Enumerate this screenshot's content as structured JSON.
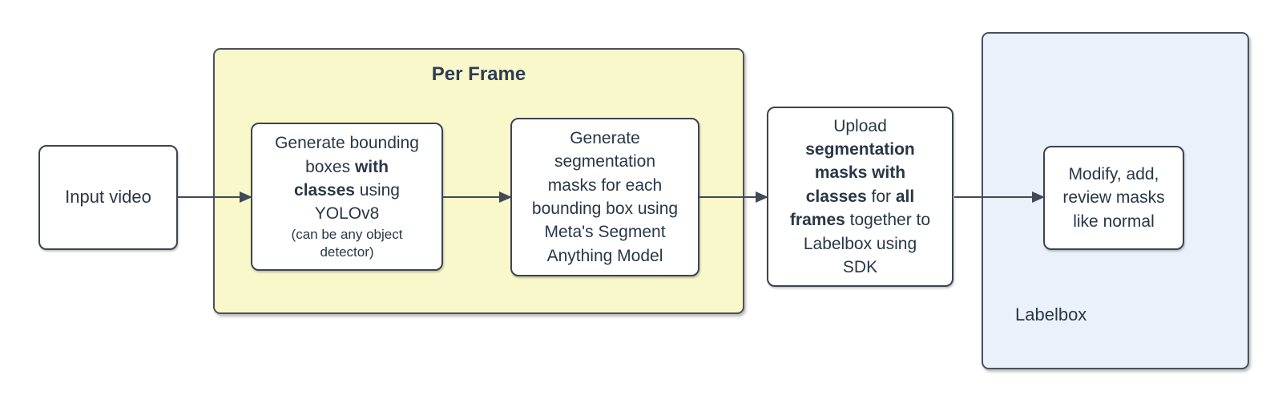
{
  "canvas": {
    "background": "#ffffff"
  },
  "colors": {
    "per_frame_fill": "#f8f8cb",
    "labelbox_fill": "#ebf1fb",
    "stroke": "#3c4450",
    "text": "#283747",
    "arrow": "#414a57"
  },
  "nodes": {
    "input_video": {
      "lines": [
        [
          {
            "t": "Input video"
          }
        ]
      ]
    },
    "per_frame_group": {
      "title": "Per Frame"
    },
    "generate_bboxes": {
      "lines": [
        [
          {
            "t": "Generate bounding"
          }
        ],
        [
          {
            "t": "boxes "
          },
          {
            "t": "with",
            "b": true
          }
        ],
        [
          {
            "t": "classes",
            "b": true
          },
          {
            "t": " using"
          }
        ],
        [
          {
            "t": "YOLOv8"
          }
        ]
      ],
      "note_lines": [
        [
          {
            "t": "(can be any object"
          }
        ],
        [
          {
            "t": "detector)"
          }
        ]
      ]
    },
    "generate_masks": {
      "lines": [
        [
          {
            "t": "Generate"
          }
        ],
        [
          {
            "t": "segmentation"
          }
        ],
        [
          {
            "t": "masks for each"
          }
        ],
        [
          {
            "t": "bounding box using"
          }
        ],
        [
          {
            "t": "Meta's Segment"
          }
        ],
        [
          {
            "t": "Anything Model"
          }
        ]
      ]
    },
    "upload_masks": {
      "lines": [
        [
          {
            "t": "Upload"
          }
        ],
        [
          {
            "t": "segmentation",
            "b": true
          }
        ],
        [
          {
            "t": "masks with",
            "b": true
          }
        ],
        [
          {
            "t": "classes",
            "b": true
          },
          {
            "t": " for "
          },
          {
            "t": "all",
            "b": true
          }
        ],
        [
          {
            "t": "frames",
            "b": true
          },
          {
            "t": " together to"
          }
        ],
        [
          {
            "t": "Labelbox using"
          }
        ],
        [
          {
            "t": "SDK"
          }
        ]
      ]
    },
    "labelbox_group": {
      "label": "Labelbox"
    },
    "modify_masks": {
      "lines": [
        [
          {
            "t": "Modify, add,"
          }
        ],
        [
          {
            "t": "review masks"
          }
        ],
        [
          {
            "t": "like normal"
          }
        ]
      ]
    }
  }
}
